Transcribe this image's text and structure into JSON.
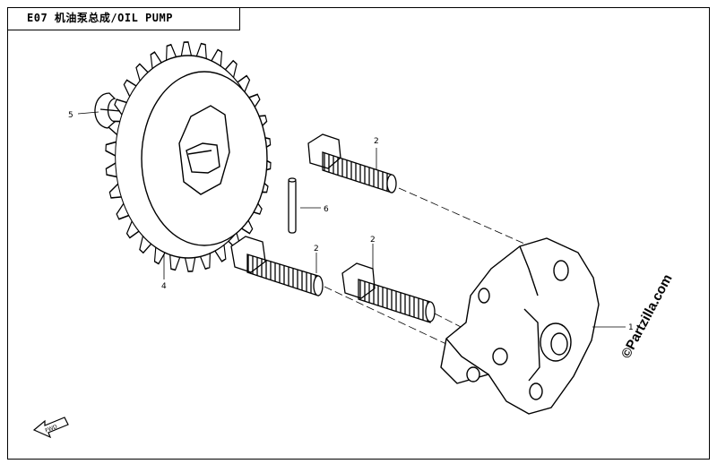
{
  "header": {
    "title": "E07  机油泵总成/OIL PUMP"
  },
  "callouts": {
    "c1": "1",
    "c2a": "2",
    "c2b": "2",
    "c2c": "2",
    "c4": "4",
    "c5": "5",
    "c6": "6"
  },
  "fwd": {
    "label": "FWD"
  },
  "watermark": {
    "text": "©Partzilla.com"
  },
  "colors": {
    "line": "#000000",
    "background": "#ffffff"
  }
}
